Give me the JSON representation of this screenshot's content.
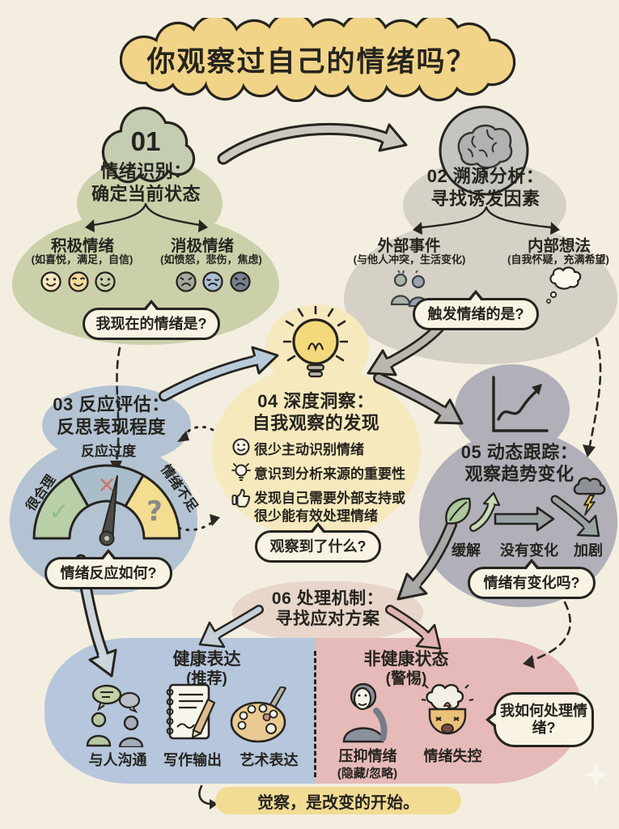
{
  "title": "你观察过自己的情绪吗？",
  "s1": {
    "badge": "01",
    "title1": "情绪识别：",
    "title2": "确定当前状态",
    "pos_label": "积极情绪",
    "pos_sub": "(如喜悦，满足，自信)",
    "neg_label": "消极情绪",
    "neg_sub": "(如愤怒，悲伤，焦虑)",
    "bubble": "我现在的情绪是?"
  },
  "s2": {
    "title1": "02 溯源分析：",
    "title2": "寻找诱发因素",
    "ext_label": "外部事件",
    "ext_sub": "(与他人冲突，生活变化)",
    "int_label": "内部想法",
    "int_sub": "(自我怀疑，充满希望)",
    "bubble": "触发情绪的是?"
  },
  "s3": {
    "title1": "03 反应评估：",
    "title2": "反思表现程度",
    "gauge_top": "反应过度",
    "gauge_left": "很合理",
    "gauge_right": "情绪不足",
    "bubble": "情绪反应如何?"
  },
  "s4": {
    "title1": "04 深度洞察：",
    "title2": "自我观察的发现",
    "item1": "很少主动识别情绪",
    "item2": "意识到分析来源的重要性",
    "item3a": "发现自己需要外部支持或",
    "item3b": "很少能有效处理情绪",
    "bubble": "观察到了什么?"
  },
  "s5": {
    "title1": "05 动态跟踪：",
    "title2": "观察趋势变化",
    "opt1": "缓解",
    "opt2": "没有变化",
    "opt3": "加剧",
    "bubble": "情绪有变化吗?"
  },
  "s6": {
    "title1": "06 处理机制：",
    "title2": "寻找应对方案",
    "healthy_title": "健康表达",
    "healthy_sub": "(推荐)",
    "healthy1": "与人沟通",
    "healthy2": "写作输出",
    "healthy3": "艺术表达",
    "unhealthy_title": "非健康状态",
    "unhealthy_sub": "(警惕)",
    "unhealthy1": "压抑情绪",
    "unhealthy1b": "(隐藏/忽略)",
    "unhealthy2": "情绪失控",
    "bubble": "我如何处理情绪?"
  },
  "footer": "觉察，是改变的开始。",
  "colors": {
    "background": "#f3eee0",
    "title_cloud": "#f1d488",
    "s1_green": "#cbd0aa",
    "s2_gray": "#d5d1c6",
    "s3_blue": "#b3c3d3",
    "s4_yellow": "#f6e9bd",
    "s5_gray": "#b1afb8",
    "s6_pink_header": "#e8d6ca",
    "healthy_blue": "#b6c6dc",
    "unhealthy_pink": "#e5bab8",
    "highlight": "#f2dc94",
    "ink": "#26241f"
  }
}
